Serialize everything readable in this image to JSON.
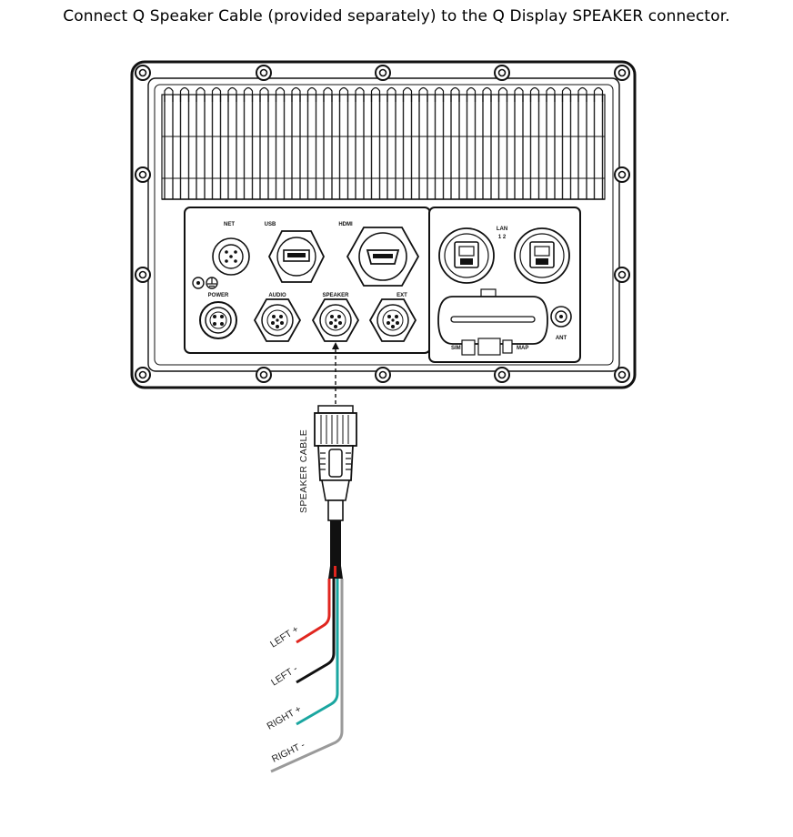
{
  "instruction": "Connect Q Speaker Cable (provided separately) to the Q Display SPEAKER connector.",
  "port_labels": {
    "net": "NET",
    "usb": "USB",
    "hdmi": "HDMI",
    "lan": "LAN",
    "lan_numbers": "1  2",
    "power": "POWER",
    "audio": "AUDIO",
    "speaker": "SPEAKER",
    "ext": "EXT",
    "sim": "SIM",
    "map": "MAP",
    "ant": "ANT"
  },
  "cable_label": "SPEAKER CABLE",
  "wires": [
    {
      "label": "LEFT +",
      "color": "#e0261f"
    },
    {
      "label": "LEFT -",
      "color": "#111111"
    },
    {
      "label": "RIGHT +",
      "color": "#1aa6a0"
    },
    {
      "label": "RIGHT -",
      "color": "#9a9a9a"
    }
  ]
}
